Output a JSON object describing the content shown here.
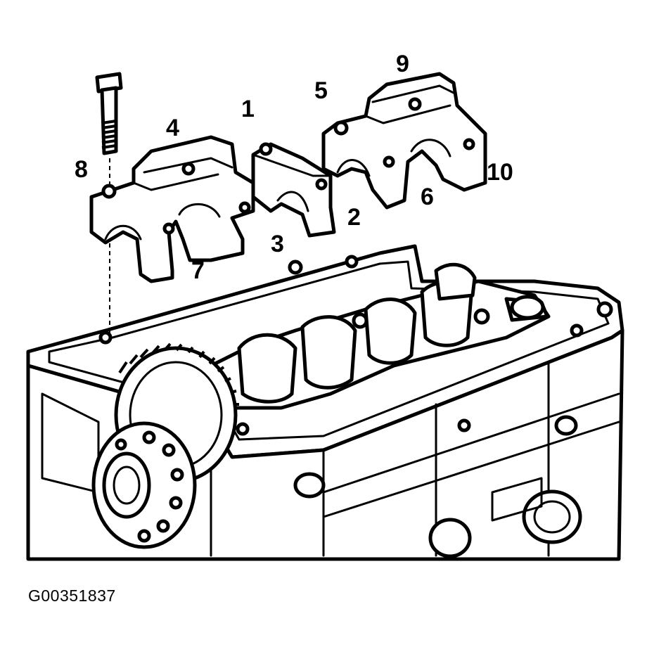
{
  "diagram": {
    "callouts": [
      "1",
      "2",
      "3",
      "4",
      "5",
      "6",
      "7",
      "8",
      "9",
      "10"
    ]
  },
  "figure_id": "G00351837",
  "colors": {
    "ink": "#000000",
    "paper": "#ffffff"
  }
}
